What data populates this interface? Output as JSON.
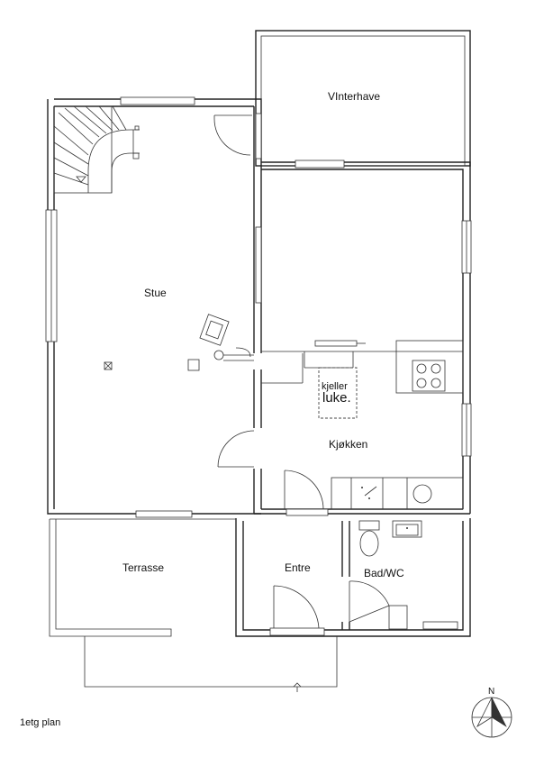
{
  "rooms": {
    "vinterhave": "VInterhave",
    "stue": "Stue",
    "kjokken": "Kjøkken",
    "terrasse": "Terrasse",
    "entre": "Entre",
    "bad": "Bad/WC"
  },
  "hatch": {
    "line1": "kjeller",
    "line2": "luke."
  },
  "plan_title": "1etg plan",
  "north_label": "N"
}
